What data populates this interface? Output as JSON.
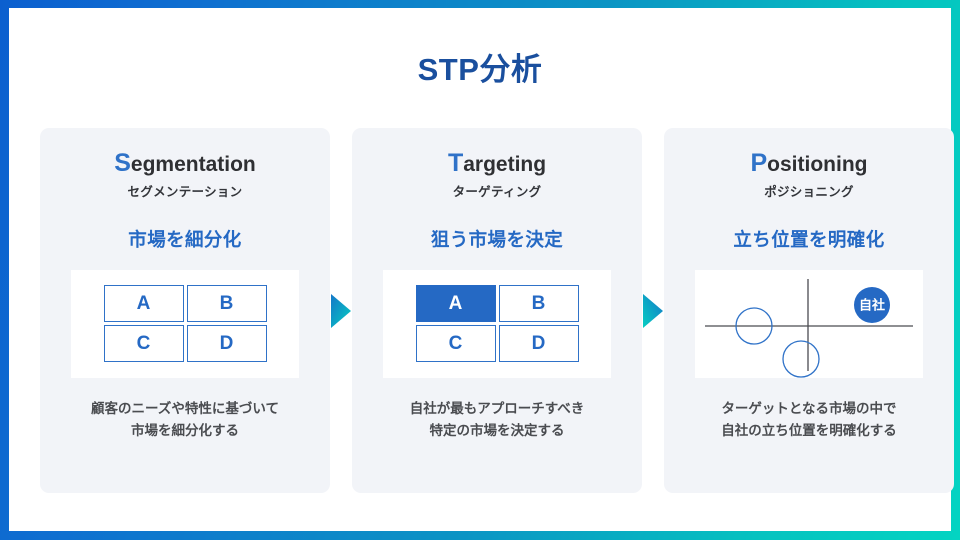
{
  "slide": {
    "title": "STP分析",
    "title_color": "#1a4f9e",
    "frame_gradient_from": "#0b5fcf",
    "frame_gradient_to": "#03d4c2",
    "card_bg": "#f2f4f8",
    "accent_blue": "#2569c4"
  },
  "cards": [
    {
      "initial": "S",
      "word": "egmentation",
      "kana": "セグメンテーション",
      "headline": "市場を細分化",
      "visual": "segment-grid",
      "cells": [
        {
          "label": "A",
          "selected": false
        },
        {
          "label": "B",
          "selected": false
        },
        {
          "label": "C",
          "selected": false
        },
        {
          "label": "D",
          "selected": false
        }
      ],
      "description": "顧客のニーズや特性に基づいて\n市場を細分化する"
    },
    {
      "initial": "T",
      "word": "argeting",
      "kana": "ターゲティング",
      "headline": "狙う市場を決定",
      "visual": "segment-grid",
      "cells": [
        {
          "label": "A",
          "selected": true
        },
        {
          "label": "B",
          "selected": false
        },
        {
          "label": "C",
          "selected": false
        },
        {
          "label": "D",
          "selected": false
        }
      ],
      "description": "自社が最もアプローチすべき\n特定の市場を決定する"
    },
    {
      "initial": "P",
      "word": "ositioning",
      "kana": "ポジショニング",
      "headline": "立ち位置を明確化",
      "visual": "positioning-map",
      "map": {
        "badge_label": "自社",
        "badge_color": "#2569c4",
        "axis_color": "#4a4c50",
        "competitor_circles": 2,
        "own_company_marker": 1
      },
      "description": "ターゲットとなる市場の中で\n自社の立ち位置を明確化する"
    }
  ],
  "arrows": [
    {
      "name": "arrow-segmentation-to-targeting",
      "from": "#1477c8",
      "to": "#06cfc2"
    },
    {
      "name": "arrow-targeting-to-positioning",
      "from": "#06cfc2",
      "to": "#1477c8"
    }
  ]
}
